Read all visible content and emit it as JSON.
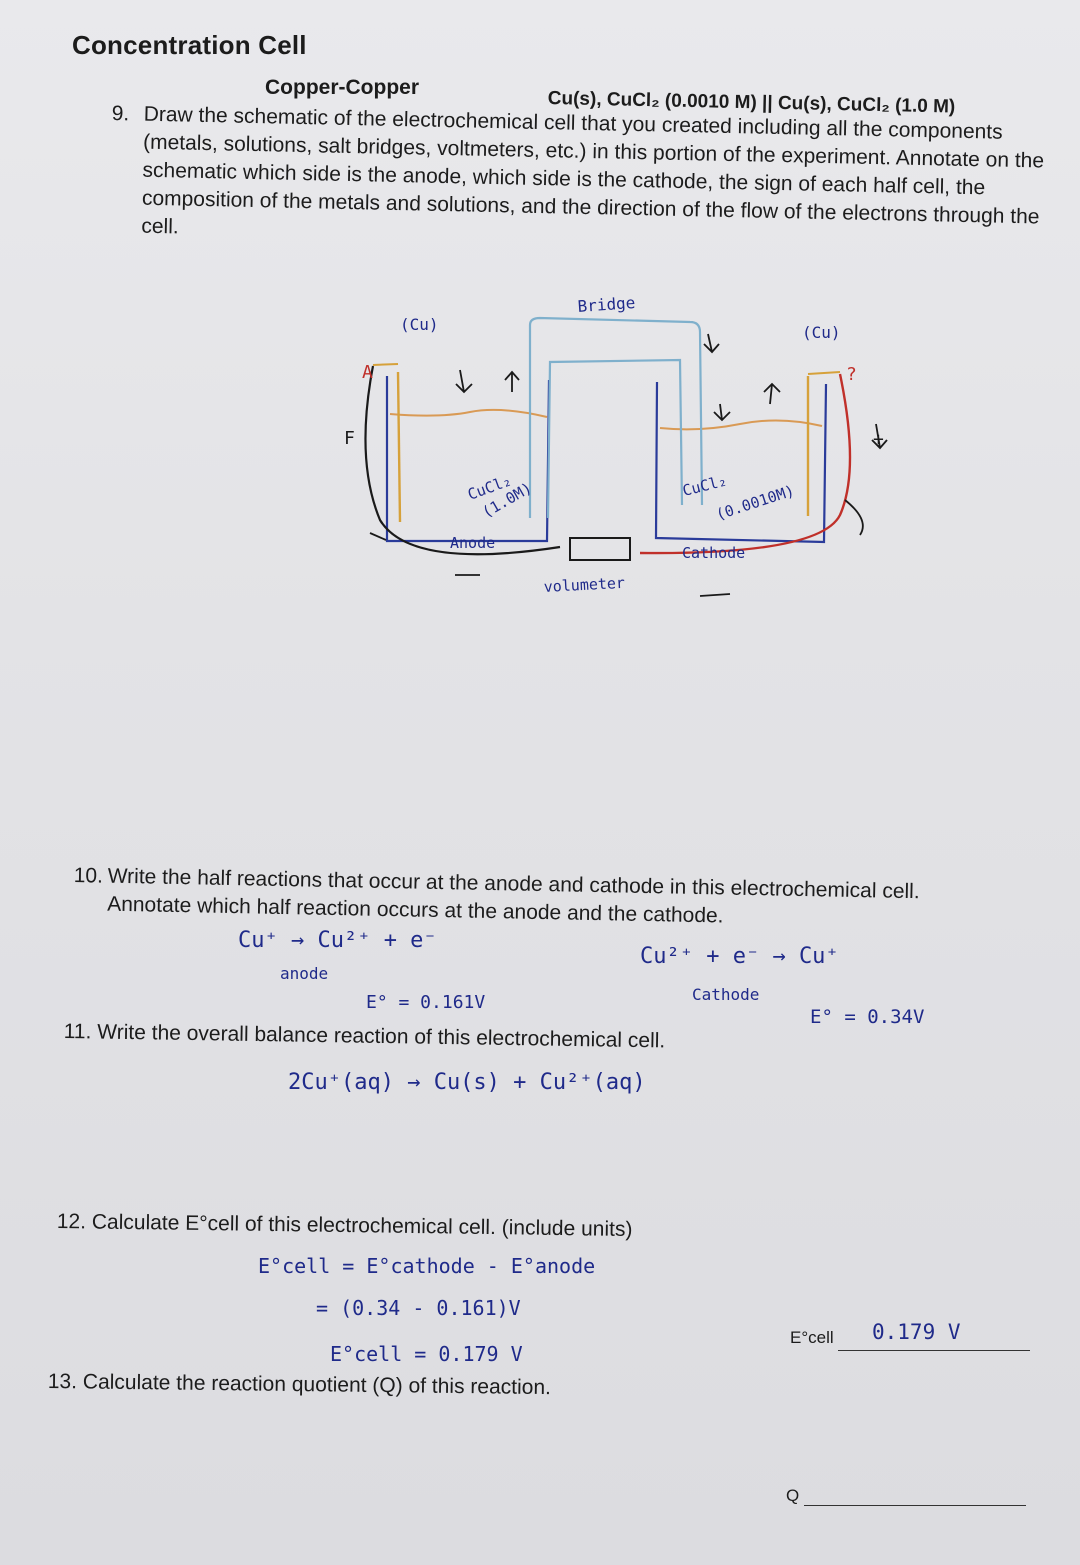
{
  "header": {
    "title": "Concentration Cell",
    "subtitle": "Copper-Copper",
    "cell_notation": "Cu(s), CuCl₂ (0.0010 M) || Cu(s), CuCl₂ (1.0 M)"
  },
  "questions": {
    "q9": {
      "number": "9.",
      "text": "Draw the schematic of the electrochemical cell that you created including all the components (metals, solutions, salt bridges, voltmeters, etc.) in this portion of the experiment. Annotate on the schematic which side is the anode, which side is the cathode, the sign of each half cell, the composition of the metals and solutions, and the direction of the flow of the electrons through the cell."
    },
    "q10": {
      "number": "10.",
      "line1": "Write the half reactions that occur at the anode and cathode in this electrochemical cell.",
      "line2": "Annotate which half reaction occurs at the anode and the cathode."
    },
    "q11": {
      "number": "11.",
      "text": "Write the overall balance reaction of this electrochemical cell."
    },
    "q12": {
      "number": "12.",
      "text": "Calculate E°cell of this electrochemical cell. (include units)"
    },
    "q13": {
      "number": "13.",
      "text": "Calculate the reaction quotient (Q) of this reaction."
    }
  },
  "diagram": {
    "label_left_metal": "(Cu)",
    "label_right_metal": "(Cu)",
    "label_bridge": "Bridge",
    "label_left_solution": "CuCl₂",
    "label_left_conc": "(1.0M)",
    "label_right_solution": "CuCl₂",
    "label_right_conc": "(0.0010M)",
    "label_anode": "Anode",
    "label_cathode": "Cathode",
    "label_voltmeter": "volumeter",
    "sign_left_top": "A",
    "sign_left_mid": "F",
    "sign_right_top": "?",
    "sign_right_plus": "+",
    "colors": {
      "bridge": "#7fb0cc",
      "electrode_left": "#d6a13a",
      "wire_left": "#1a1a1a",
      "wire_right": "#c0302a",
      "container": "#2a3b9a",
      "solution": "#d99a55"
    }
  },
  "handwriting": {
    "q10_anode_reaction": "Cu⁺ → Cu²⁺ + e⁻",
    "q10_anode_label": "anode",
    "q10_anode_potential": "E° = 0.161V",
    "q10_cathode_reaction": "Cu²⁺ + e⁻ → Cu⁺",
    "q10_cathode_label": "Cathode",
    "q10_cathode_potential": "E° = 0.34V",
    "q11_overall": "2Cu⁺(aq) → Cu(s) + Cu²⁺(aq)",
    "q12_formula": "E°cell = E°cathode - E°anode",
    "q12_step": "= (0.34 - 0.161)V",
    "q12_result": "E°cell = 0.179 V",
    "q12_answer": "0.179 V"
  },
  "answers": {
    "ecell_label": "E°cell",
    "q_label": "Q"
  }
}
